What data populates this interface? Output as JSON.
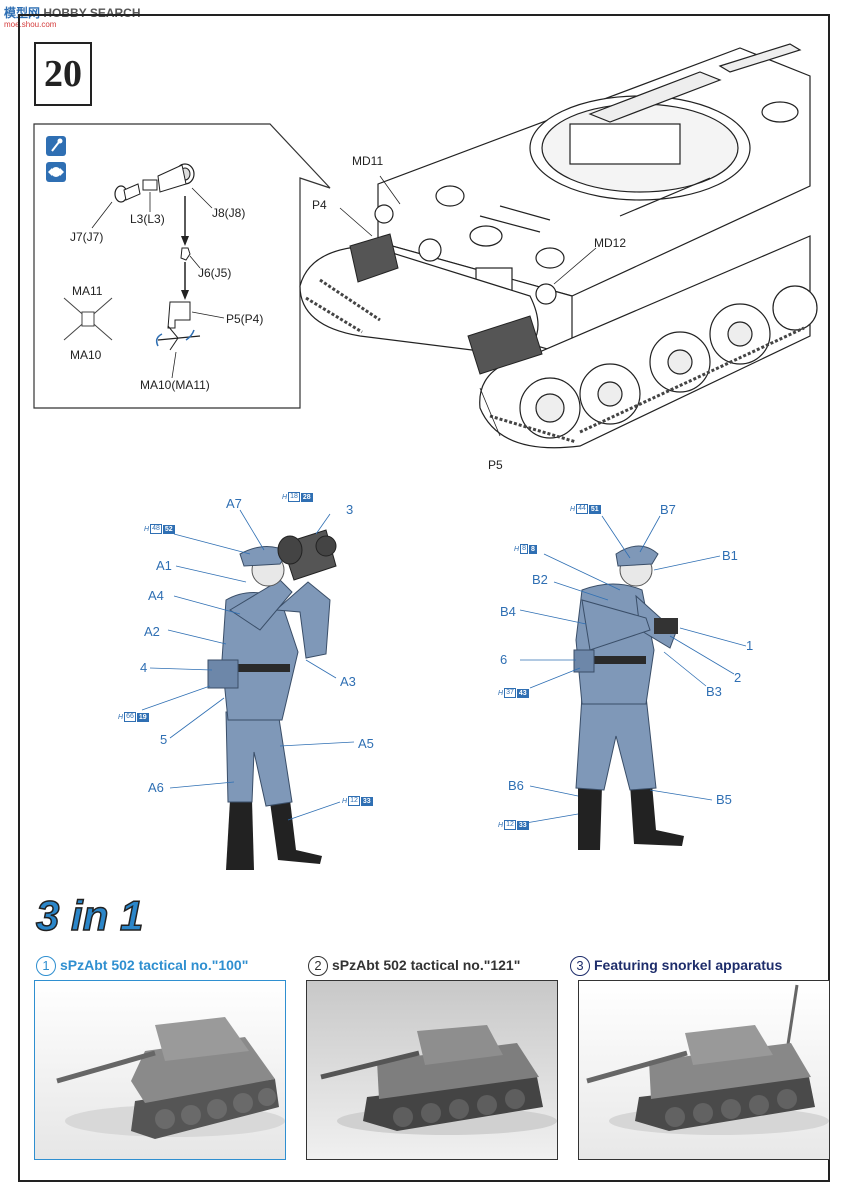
{
  "watermark": {
    "logo": "模型网",
    "logo_latin": "HOBBY SEARCH",
    "sub": "moe.shou.com"
  },
  "step": {
    "number": "20"
  },
  "inset": {
    "labels": {
      "j7": "J7(J7)",
      "l3": "L3(L3)",
      "j8": "J8(J8)",
      "j6": "J6(J5)",
      "p5": "P5(P4)",
      "ma11": "MA11",
      "ma10": "MA10",
      "ma10_11": "MA10(MA11)"
    },
    "icons": [
      "glue-icon",
      "paint-swap-icon"
    ]
  },
  "tank_labels": {
    "md11": "MD11",
    "p4": "P4",
    "md12": "MD12",
    "p5": "P5"
  },
  "figure_a": {
    "labels": {
      "a7": "A7",
      "a1": "A1",
      "a4": "A4",
      "a2": "A2",
      "n4": "4",
      "n5": "5",
      "a3": "A3",
      "a5": "A5",
      "a6": "A6",
      "n3": "3"
    },
    "badges": [
      {
        "h": "H",
        "v": "18",
        "n": "28"
      },
      {
        "h": "H",
        "v": "48",
        "n": "52"
      },
      {
        "h": "H",
        "v": "66",
        "n": "19"
      },
      {
        "h": "H",
        "v": "12",
        "n": "33"
      }
    ]
  },
  "figure_b": {
    "labels": {
      "b7": "B7",
      "b1": "B1",
      "b2": "B2",
      "b4": "B4",
      "n6": "6",
      "n1": "1",
      "n2": "2",
      "b3": "B3",
      "b6": "B6",
      "b5": "B5"
    },
    "badges": [
      {
        "h": "H",
        "v": "44",
        "n": "51"
      },
      {
        "h": "H",
        "v": "8",
        "n": "8"
      },
      {
        "h": "H",
        "v": "37",
        "n": "43"
      },
      {
        "h": "H",
        "v": "12",
        "n": "33"
      }
    ]
  },
  "banner": {
    "text": "3 in 1"
  },
  "versions": [
    {
      "num": "1",
      "title": "sPzAbt 502 tactical no.\"100\"",
      "color": "#2f8fd0"
    },
    {
      "num": "2",
      "title": "sPzAbt 502 tactical no.\"121\"",
      "color": "#333333"
    },
    {
      "num": "3",
      "title": "Featuring snorkel apparatus",
      "color": "#1e2d6b"
    }
  ],
  "colors": {
    "figure_blue": "#7f98b8",
    "label_blue": "#2f6fb3",
    "banner_blue": "#2b86c9"
  }
}
